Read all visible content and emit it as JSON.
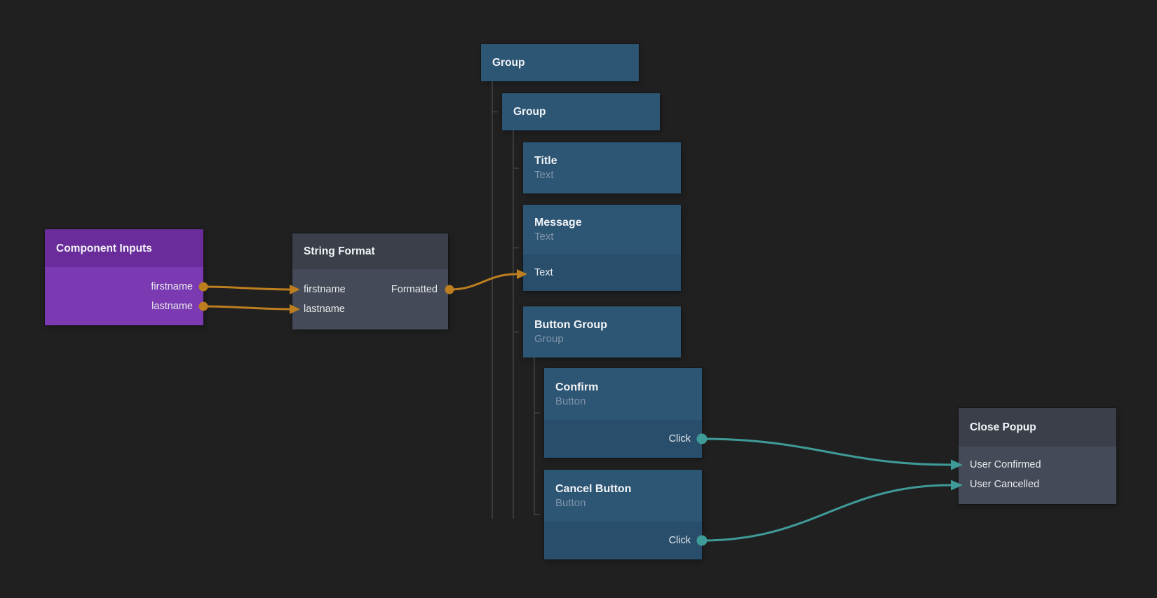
{
  "canvas": {
    "type": "node-graph-editor"
  },
  "colors": {
    "background": "#202020",
    "blue_node_header": "#2d5574",
    "blue_node_port_section": "#294e6c",
    "gray_node_header": "#3a3f4a",
    "gray_node_body": "#444a57",
    "purple_node_header": "#6a2c9b",
    "purple_node_body": "#7b3ab1",
    "wire_orange": "#bd7e20",
    "wire_teal": "#3f9b98",
    "tree_line": "#424242",
    "title_text": "#f2f4f6",
    "subtitle_text": "#8095aa",
    "port_text": "#e8eaed"
  },
  "nodes": {
    "component_inputs": {
      "title": "Component Inputs",
      "type": "purple",
      "outputs": [
        "firstname",
        "lastname"
      ]
    },
    "string_format": {
      "title": "String Format",
      "type": "gray",
      "inputs": [
        "firstname",
        "lastname"
      ],
      "outputs": [
        "Formatted"
      ]
    },
    "group_1": {
      "title": "Group",
      "type": "blue"
    },
    "group_2": {
      "title": "Group",
      "type": "blue"
    },
    "title_node": {
      "title": "Title",
      "subtitle": "Text",
      "type": "blue"
    },
    "message": {
      "title": "Message",
      "subtitle": "Text",
      "type": "blue",
      "inputs": [
        "Text"
      ]
    },
    "button_group": {
      "title": "Button Group",
      "subtitle": "Group",
      "type": "blue"
    },
    "confirm": {
      "title": "Confirm",
      "subtitle": "Button",
      "type": "blue",
      "outputs": [
        "Click"
      ]
    },
    "cancel_button": {
      "title": "Cancel Button",
      "subtitle": "Button",
      "type": "blue",
      "outputs": [
        "Click"
      ]
    },
    "close_popup": {
      "title": "Close Popup",
      "type": "gray",
      "inputs": [
        "User Confirmed",
        "User Cancelled"
      ]
    }
  },
  "hierarchy": [
    {
      "parent": "group_1",
      "children": [
        "group_2"
      ]
    },
    {
      "parent": "group_2",
      "children": [
        "title_node",
        "message",
        "button_group"
      ]
    },
    {
      "parent": "button_group",
      "children": [
        "confirm",
        "cancel_button"
      ]
    }
  ],
  "connections": [
    {
      "from": "component_inputs.firstname",
      "to": "string_format.firstname",
      "color": "#bd7e20"
    },
    {
      "from": "component_inputs.lastname",
      "to": "string_format.lastname",
      "color": "#bd7e20"
    },
    {
      "from": "string_format.Formatted",
      "to": "message.Text",
      "color": "#bd7e20"
    },
    {
      "from": "confirm.Click",
      "to": "close_popup.User Confirmed",
      "color": "#3f9b98"
    },
    {
      "from": "cancel_button.Click",
      "to": "close_popup.User Cancelled",
      "color": "#3f9b98"
    }
  ]
}
